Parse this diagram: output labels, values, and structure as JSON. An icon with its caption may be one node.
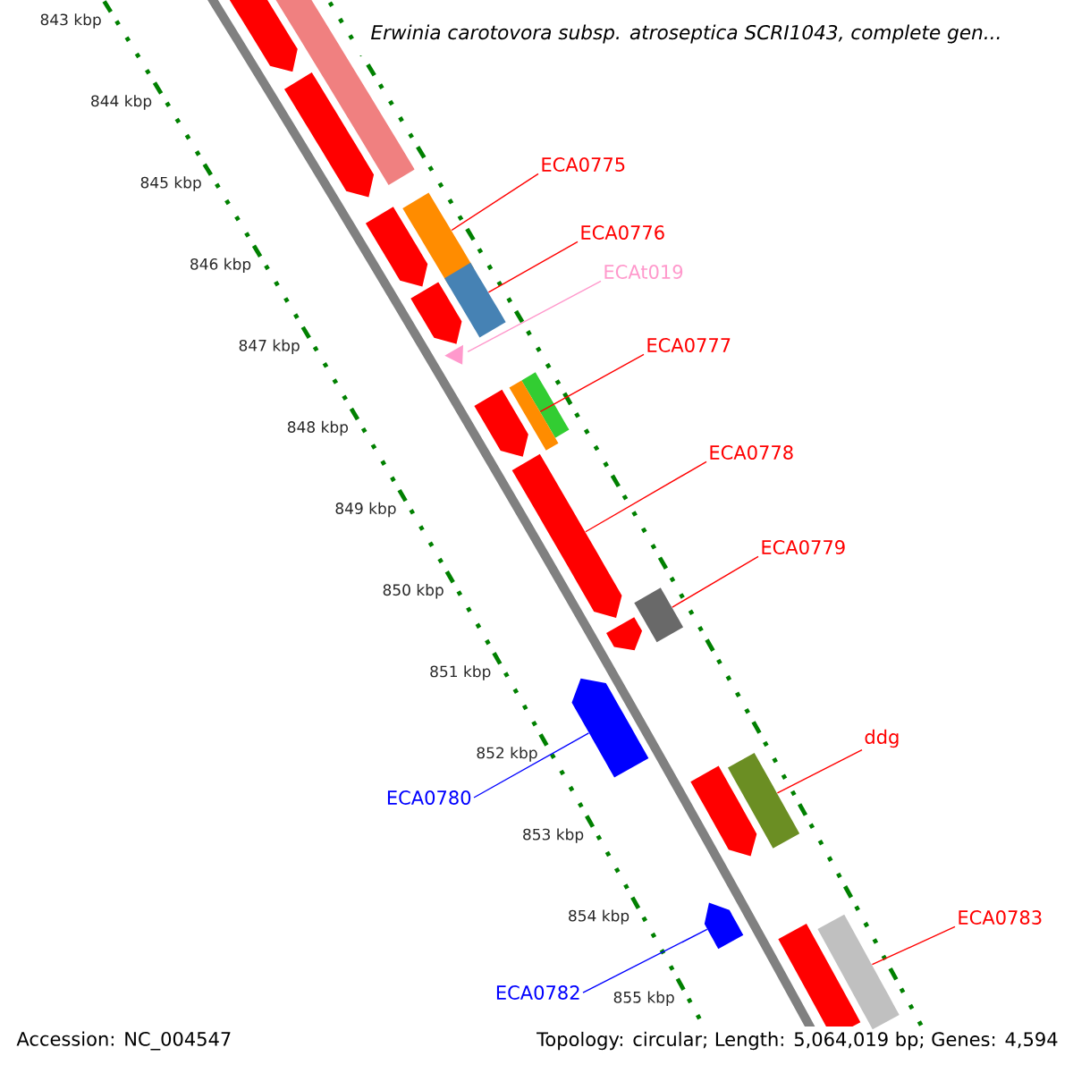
{
  "diagram": {
    "title": "Erwinia carotovora subsp. atroseptica SCRI1043, complete gen...",
    "nodes": [
      {
        "text": [
          "ECA0775"
        ]
      },
      {
        "text": [
          "ECA0776"
        ]
      },
      {
        "text": [
          "ECAt019"
        ]
      },
      {
        "text": [
          "ECA0777"
        ]
      },
      {
        "text": [
          "ECA0778"
        ]
      },
      {
        "text": [
          "ECA0779"
        ]
      },
      {
        "text": [
          "ddg"
        ]
      },
      {
        "text": [
          "ECA0780"
        ]
      },
      {
        "text": [
          "ECA0783"
        ]
      },
      {
        "text": [
          "ECA0782"
        ]
      },
      {
        "text": [],
        "shape": "bar"
      },
      {
        "text": [],
        "shape": "bar"
      },
      {
        "text": [],
        "shape": "triangle"
      },
      {
        "text": [],
        "shape": "bar"
      },
      {
        "text": [],
        "shape": "arrow"
      },
      {
        "text": [],
        "shape": "bar"
      },
      {
        "text": [],
        "shape": "bar"
      },
      {
        "text": [],
        "shape": "arrow"
      },
      {
        "text": [],
        "shape": "bar"
      },
      {
        "text": [],
        "shape": "arrow"
      }
    ],
    "edges": [
      {
        "from": 0,
        "to": 10,
        "arrow": "none"
      },
      {
        "from": 1,
        "to": 11,
        "arrow": "none"
      },
      {
        "from": 2,
        "to": 12,
        "arrow": "none",
        "color": "#ff99cc"
      },
      {
        "from": 3,
        "to": 13,
        "arrow": "none"
      },
      {
        "from": 4,
        "to": 14,
        "arrow": "none"
      },
      {
        "from": 5,
        "to": 15,
        "arrow": "none"
      },
      {
        "from": 6,
        "to": 16,
        "arrow": "none"
      },
      {
        "from": 7,
        "to": 17,
        "arrow": "none",
        "color": "#0000ff"
      },
      {
        "from": 8,
        "to": 18,
        "arrow": "none"
      },
      {
        "from": 9,
        "to": 19,
        "arrow": "none",
        "color": "#0000ff"
      }
    ],
    "labels": [
      "843 kbp",
      "844 kbp",
      "845 kbp",
      "846 kbp",
      "847 kbp",
      "848 kbp",
      "849 kbp",
      "850 kbp",
      "851 kbp",
      "852 kbp",
      "853 kbp",
      "854 kbp",
      "855 kbp",
      "Accession: NC_004547",
      "Topology: circular; Length: 5,064,019 bp; Genes: 4,594"
    ]
  }
}
